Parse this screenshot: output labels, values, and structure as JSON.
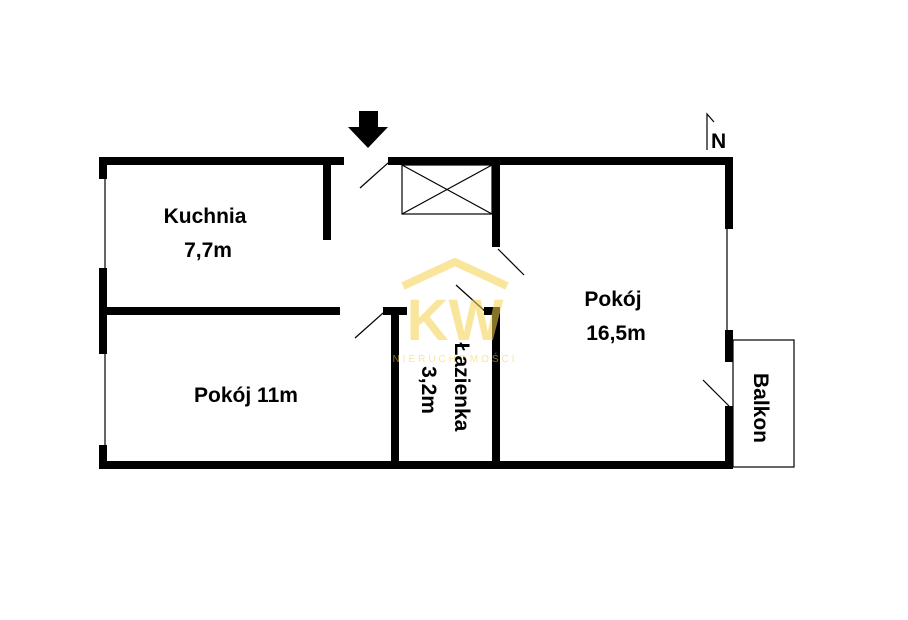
{
  "rooms": {
    "kitchen": {
      "name": "Kuchnia",
      "area": "7,7m"
    },
    "room_small": {
      "label": "Pokój 11m"
    },
    "room_large": {
      "name": "Pokój",
      "area": "16,5m"
    },
    "bathroom": {
      "name": "Łazienka",
      "area": "3,2m"
    },
    "balcony": {
      "name": "Balkon"
    }
  },
  "compass": {
    "north": "N"
  },
  "watermark": {
    "text": "KW",
    "subtext": "NIERUCHOMOŚCI"
  },
  "colors": {
    "wall": "#000000",
    "background": "#ffffff",
    "watermark": "#f5d04a"
  },
  "icons": [
    "entrance-arrow-icon",
    "north-arrow-icon",
    "ventilation-shaft-icon"
  ]
}
